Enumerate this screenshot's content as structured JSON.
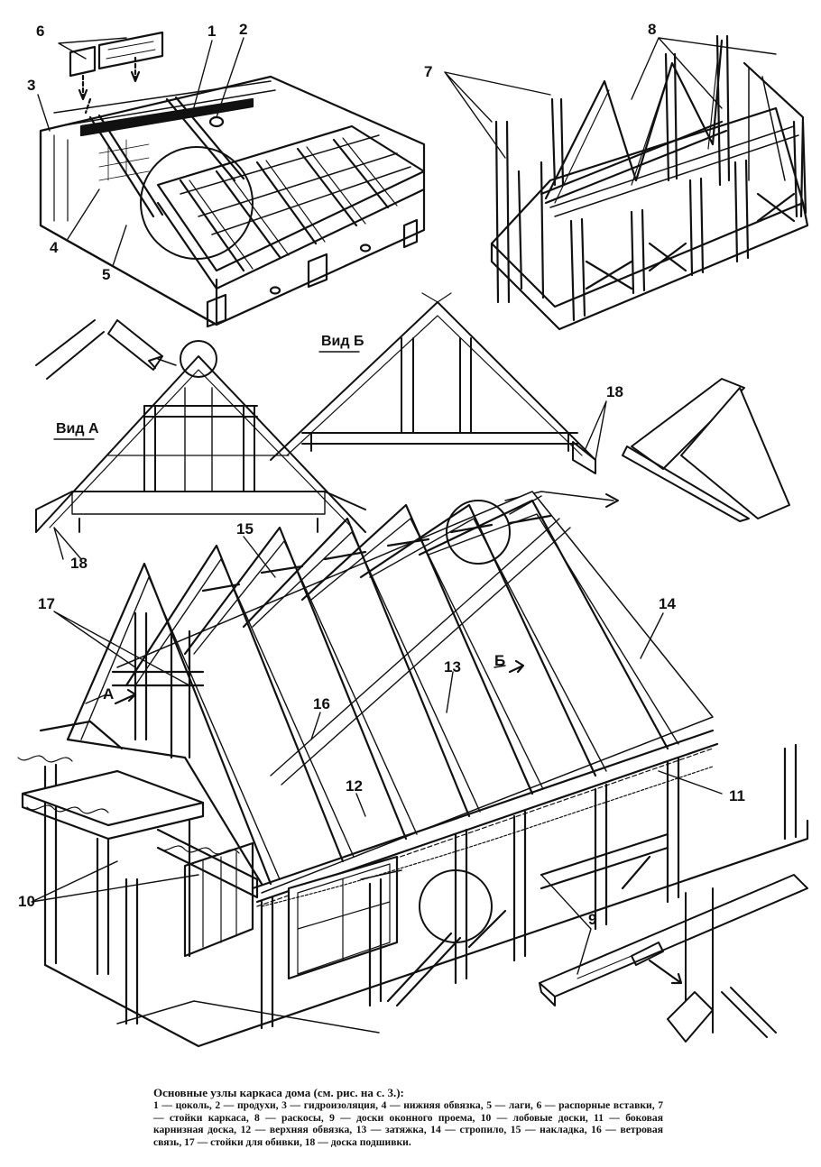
{
  "labels": {
    "n1": "1",
    "n2": "2",
    "n3": "3",
    "n4": "4",
    "n5": "5",
    "n6": "6",
    "n7": "7",
    "n8": "8",
    "n9": "9",
    "n10": "10",
    "n11": "11",
    "n12": "12",
    "n13": "13",
    "n14": "14",
    "n15": "15",
    "n16": "16",
    "n17": "17",
    "n18": "18",
    "n18b": "18",
    "a": "А",
    "b": "Б"
  },
  "views": {
    "a": "Вид А",
    "b": "Вид Б"
  },
  "caption": {
    "title": "Основные узлы каркаса дома (см. рис. на с. 3.):",
    "body": "1 — цоколь, 2 — продухи, 3 — гидроизоляция, 4 — нижняя обвязка, 5 — лаги, 6 — распорные вставки, 7 — стойки каркаса, 8 — раскосы, 9 — доски оконного проема, 10 — лобовые доски, 11 — боковая карнизная доска, 12 — верхняя обвязка, 13 — затяжка, 14 — стропило, 15 — накладка, 16 — ветровая связь, 17 — стойки для обивки, 18 — доска подшивки."
  }
}
